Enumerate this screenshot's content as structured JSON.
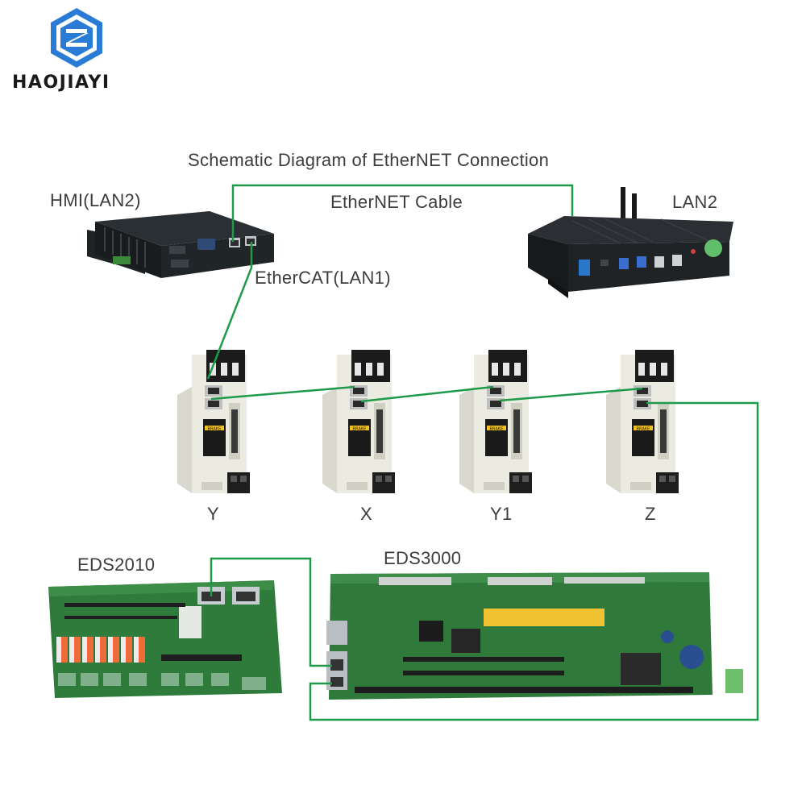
{
  "brand": {
    "name": "HAOJIAYI"
  },
  "title": "Schematic Diagram of EtherNET Connection",
  "labels": {
    "hmi": "HMI(LAN2)",
    "cable": "EtherNET Cable",
    "lan2": "LAN2",
    "ethercat": "EtherCAT(LAN1)",
    "eds2010": "EDS2010",
    "eds3000": "EDS3000"
  },
  "drives": [
    {
      "name": "Y"
    },
    {
      "name": "X"
    },
    {
      "name": "Y1"
    },
    {
      "name": "Z"
    }
  ],
  "drive_tag": "BRAKE",
  "colors": {
    "cable": "#1e9a4a",
    "logo": "#2a7bd5",
    "board": "#2f7a3a"
  }
}
